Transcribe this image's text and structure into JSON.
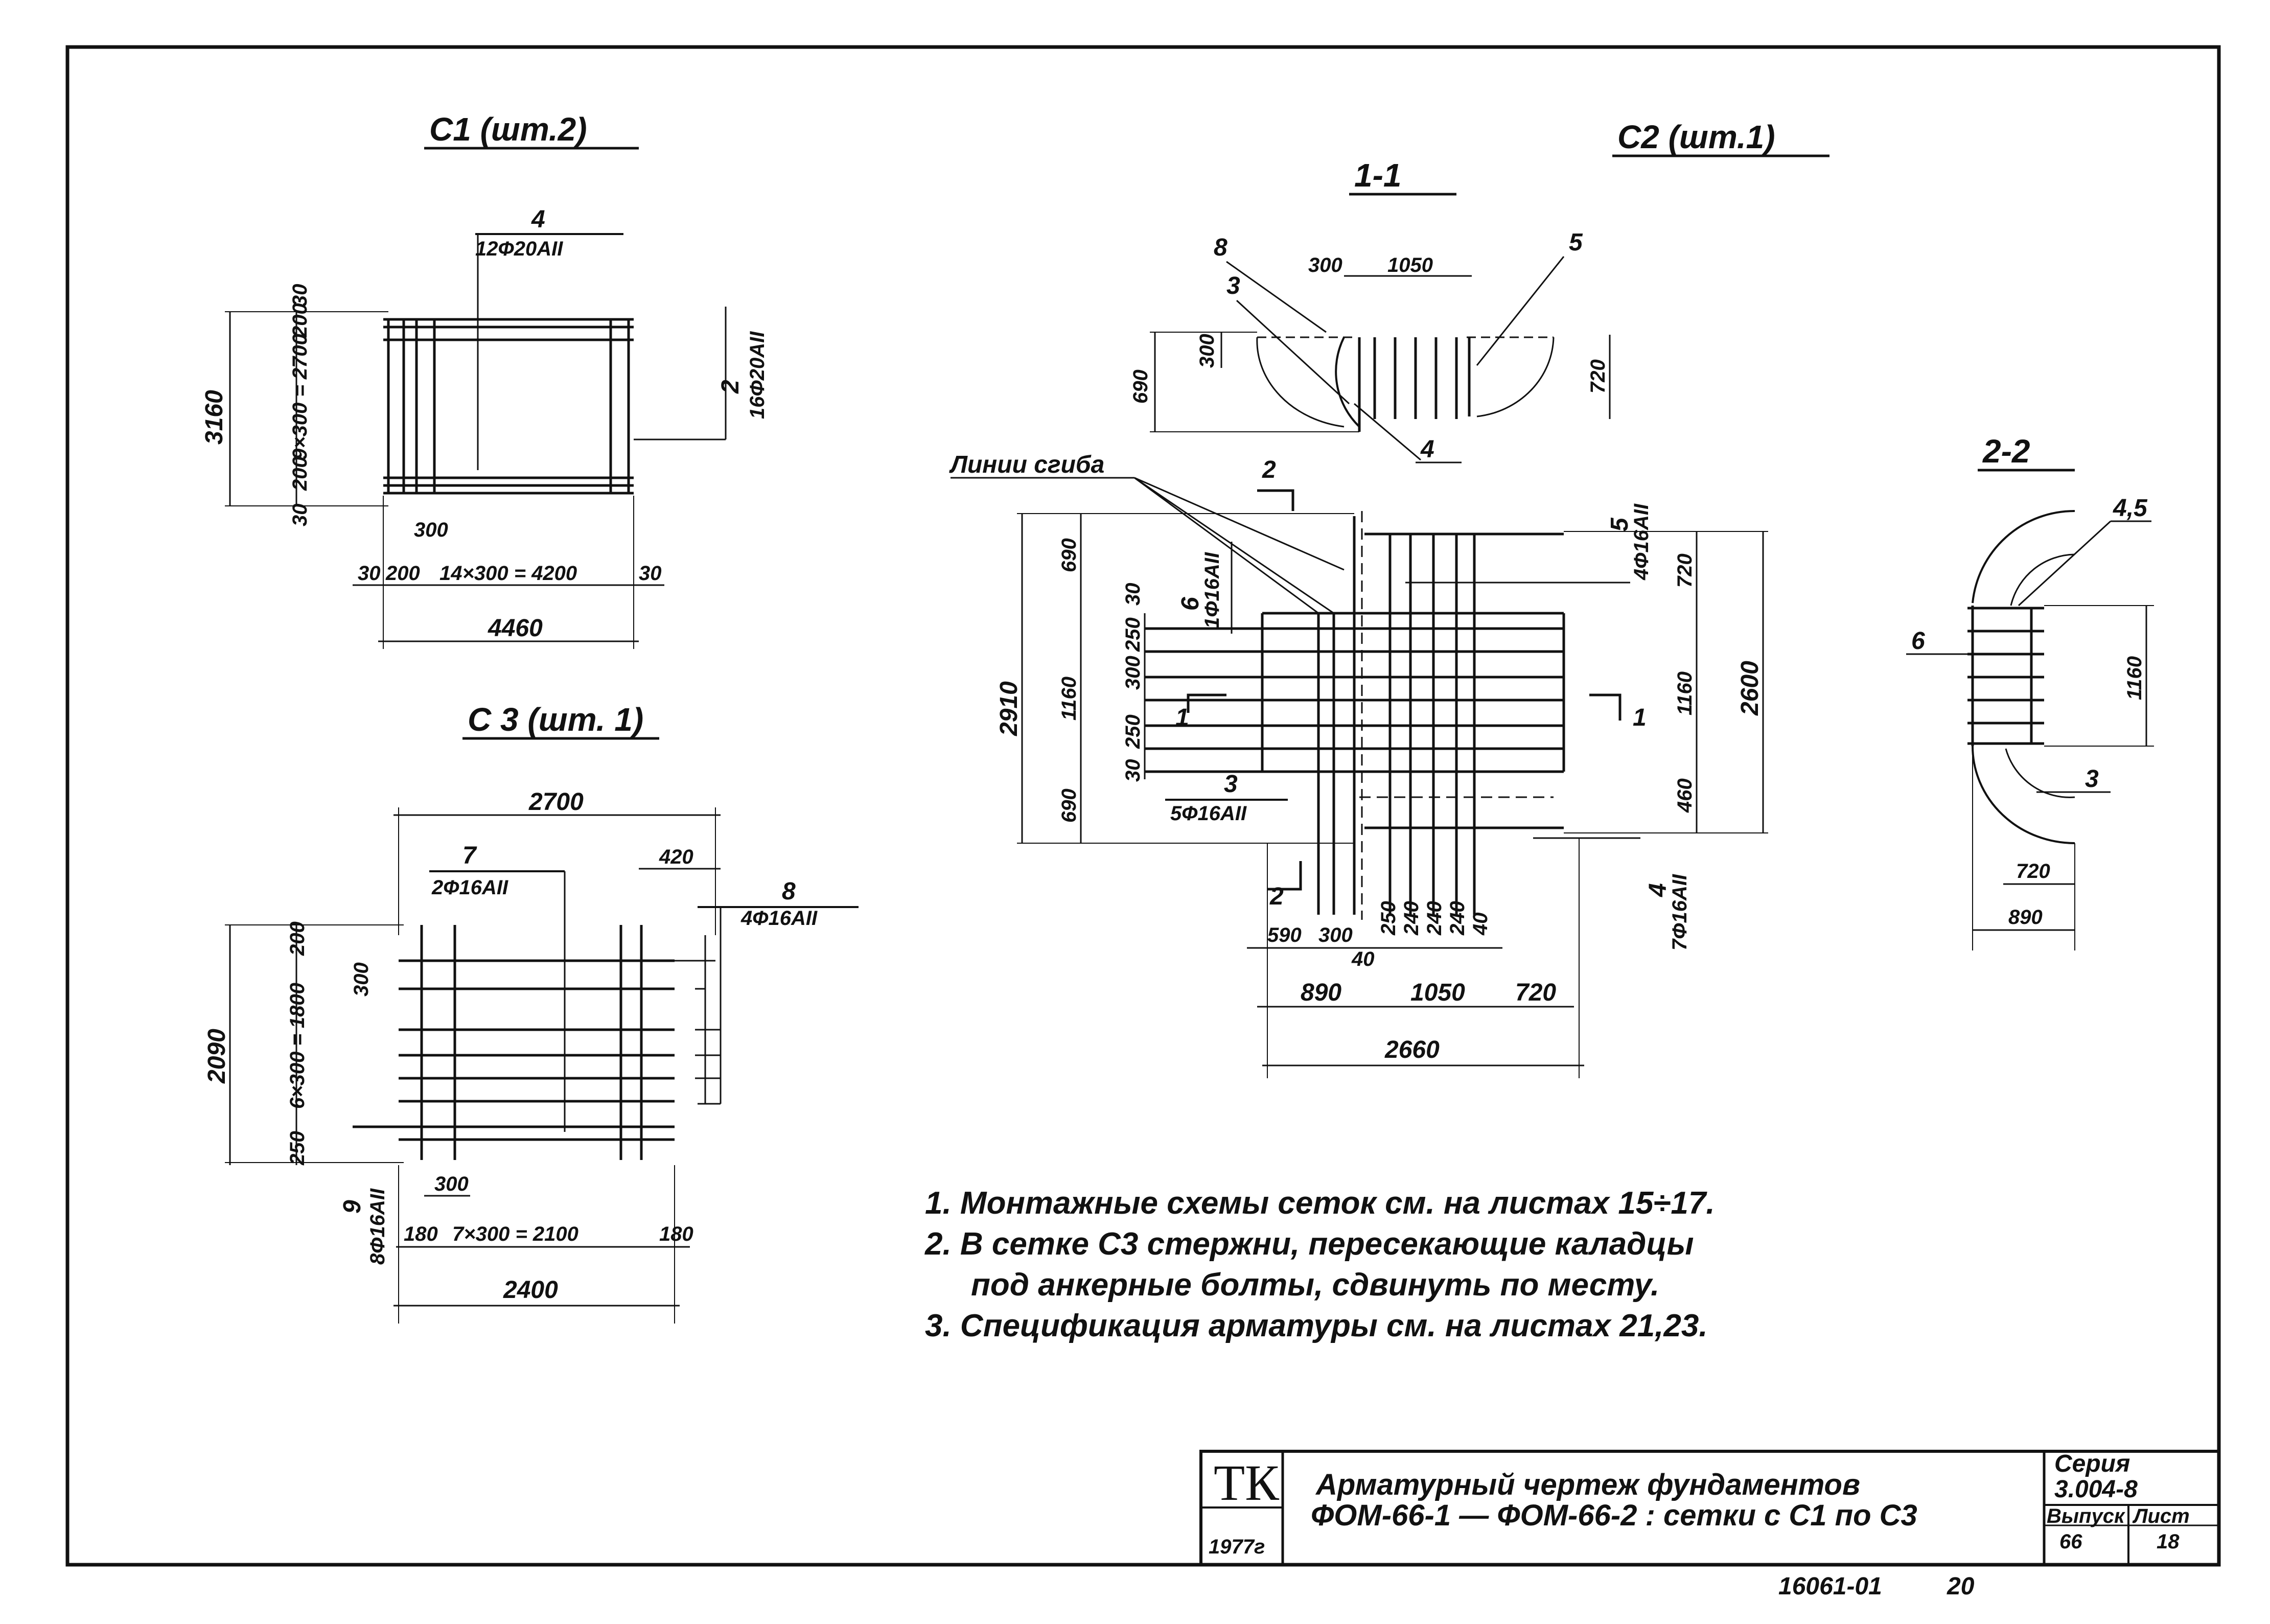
{
  "c1": {
    "title": "С1 (шт.2)",
    "bar4_num": "4",
    "bar4_spec": "12Ф20АII",
    "bar2_num": "2",
    "bar2_spec": "16Ф20АII",
    "dim_height": "3160",
    "dim_left": "9×300 = 2700",
    "dim_top30": "30",
    "dim_top200": "200",
    "dim_bot200": "200",
    "dim_bot30": "30",
    "dim_300": "300",
    "dim_row": "30 200  14×300 = 4200  30",
    "dim_row_a": "30",
    "dim_row_b": "200",
    "dim_row_c": "14×300 = 4200",
    "dim_row_d": "30",
    "dim_width": "4460"
  },
  "c3": {
    "title": "С 3 (шт. 1)",
    "dim_top": "2700",
    "bar7_num": "7",
    "bar7_spec": "2Ф16АII",
    "dim_420": "420",
    "bar8_num": "8",
    "bar8_spec": "4Ф16АII",
    "dim_height": "2090",
    "dim_left": "6×300 = 1800",
    "dim_left_top": "200",
    "dim_left_bot": "250",
    "dim_300a": "300",
    "dim_300b": "300",
    "bar9_num": "9",
    "bar9_spec": "8Ф16АII",
    "dim_row_a": "180",
    "dim_row_b": "7×300 = 2100",
    "dim_row_c": "180",
    "dim_width": "2400"
  },
  "c2": {
    "title": "С2 (шт.1)",
    "section11": "1-1",
    "sec11_dims": [
      "300",
      "1050",
      "300",
      "690",
      "720"
    ],
    "sec11_marks": [
      "8",
      "3",
      "5",
      "4"
    ],
    "bend_lines": "Линии сгиба",
    "cut2_top": "2",
    "cut2_bot": "2",
    "cut1_left": "1",
    "cut1_right": "1",
    "bar5_num": "5",
    "bar5_spec": "4Ф16АII",
    "bar6_num": "6",
    "bar6_spec": "1Ф16АII",
    "bar3_num": "3",
    "bar3_spec": "5Ф16АII",
    "bar4_num": "4",
    "bar4_spec": "7Ф16АII",
    "left_dims": [
      "2910",
      "690",
      "1160",
      "690"
    ],
    "left_small": [
      "30",
      "250",
      "300",
      "250",
      "30"
    ],
    "right_dims": [
      "720",
      "1160",
      "460",
      "2600"
    ],
    "bottom_small": [
      "590",
      "300",
      "250",
      "240",
      "240",
      "240",
      "40"
    ],
    "dim_40": "40",
    "bottom_mid": [
      "890",
      "1050",
      "720"
    ],
    "bottom_total": "2660"
  },
  "section22": {
    "title": "2-2",
    "marks": [
      "4,5",
      "6",
      "3"
    ],
    "dim_1160": "1160",
    "dim_720": "720",
    "dim_890": "890"
  },
  "notes": [
    "1. Монтажные схемы сеток см. на листах 15÷17.",
    "2. В сетке С3 стержни, пересекающие каладцы",
    "под анкерные болты, сдвинуть по месту.",
    "3. Спецификация арматуры см. на листах 21,23."
  ],
  "stamp": {
    "org": "ТК",
    "year": "1977г",
    "title_line1": "Арматурный чертеж фундаментов",
    "title_line2": "ФОМ-66-1 — ФОМ-66-2 : сетки с С1 по С3",
    "series_label": "Серия",
    "series_value": "3.004-8",
    "issue_label": "Выпуск",
    "issue_value": "66",
    "sheet_label": "Лист",
    "sheet_value": "18"
  },
  "footer": {
    "code": "16061-01",
    "page": "20"
  }
}
